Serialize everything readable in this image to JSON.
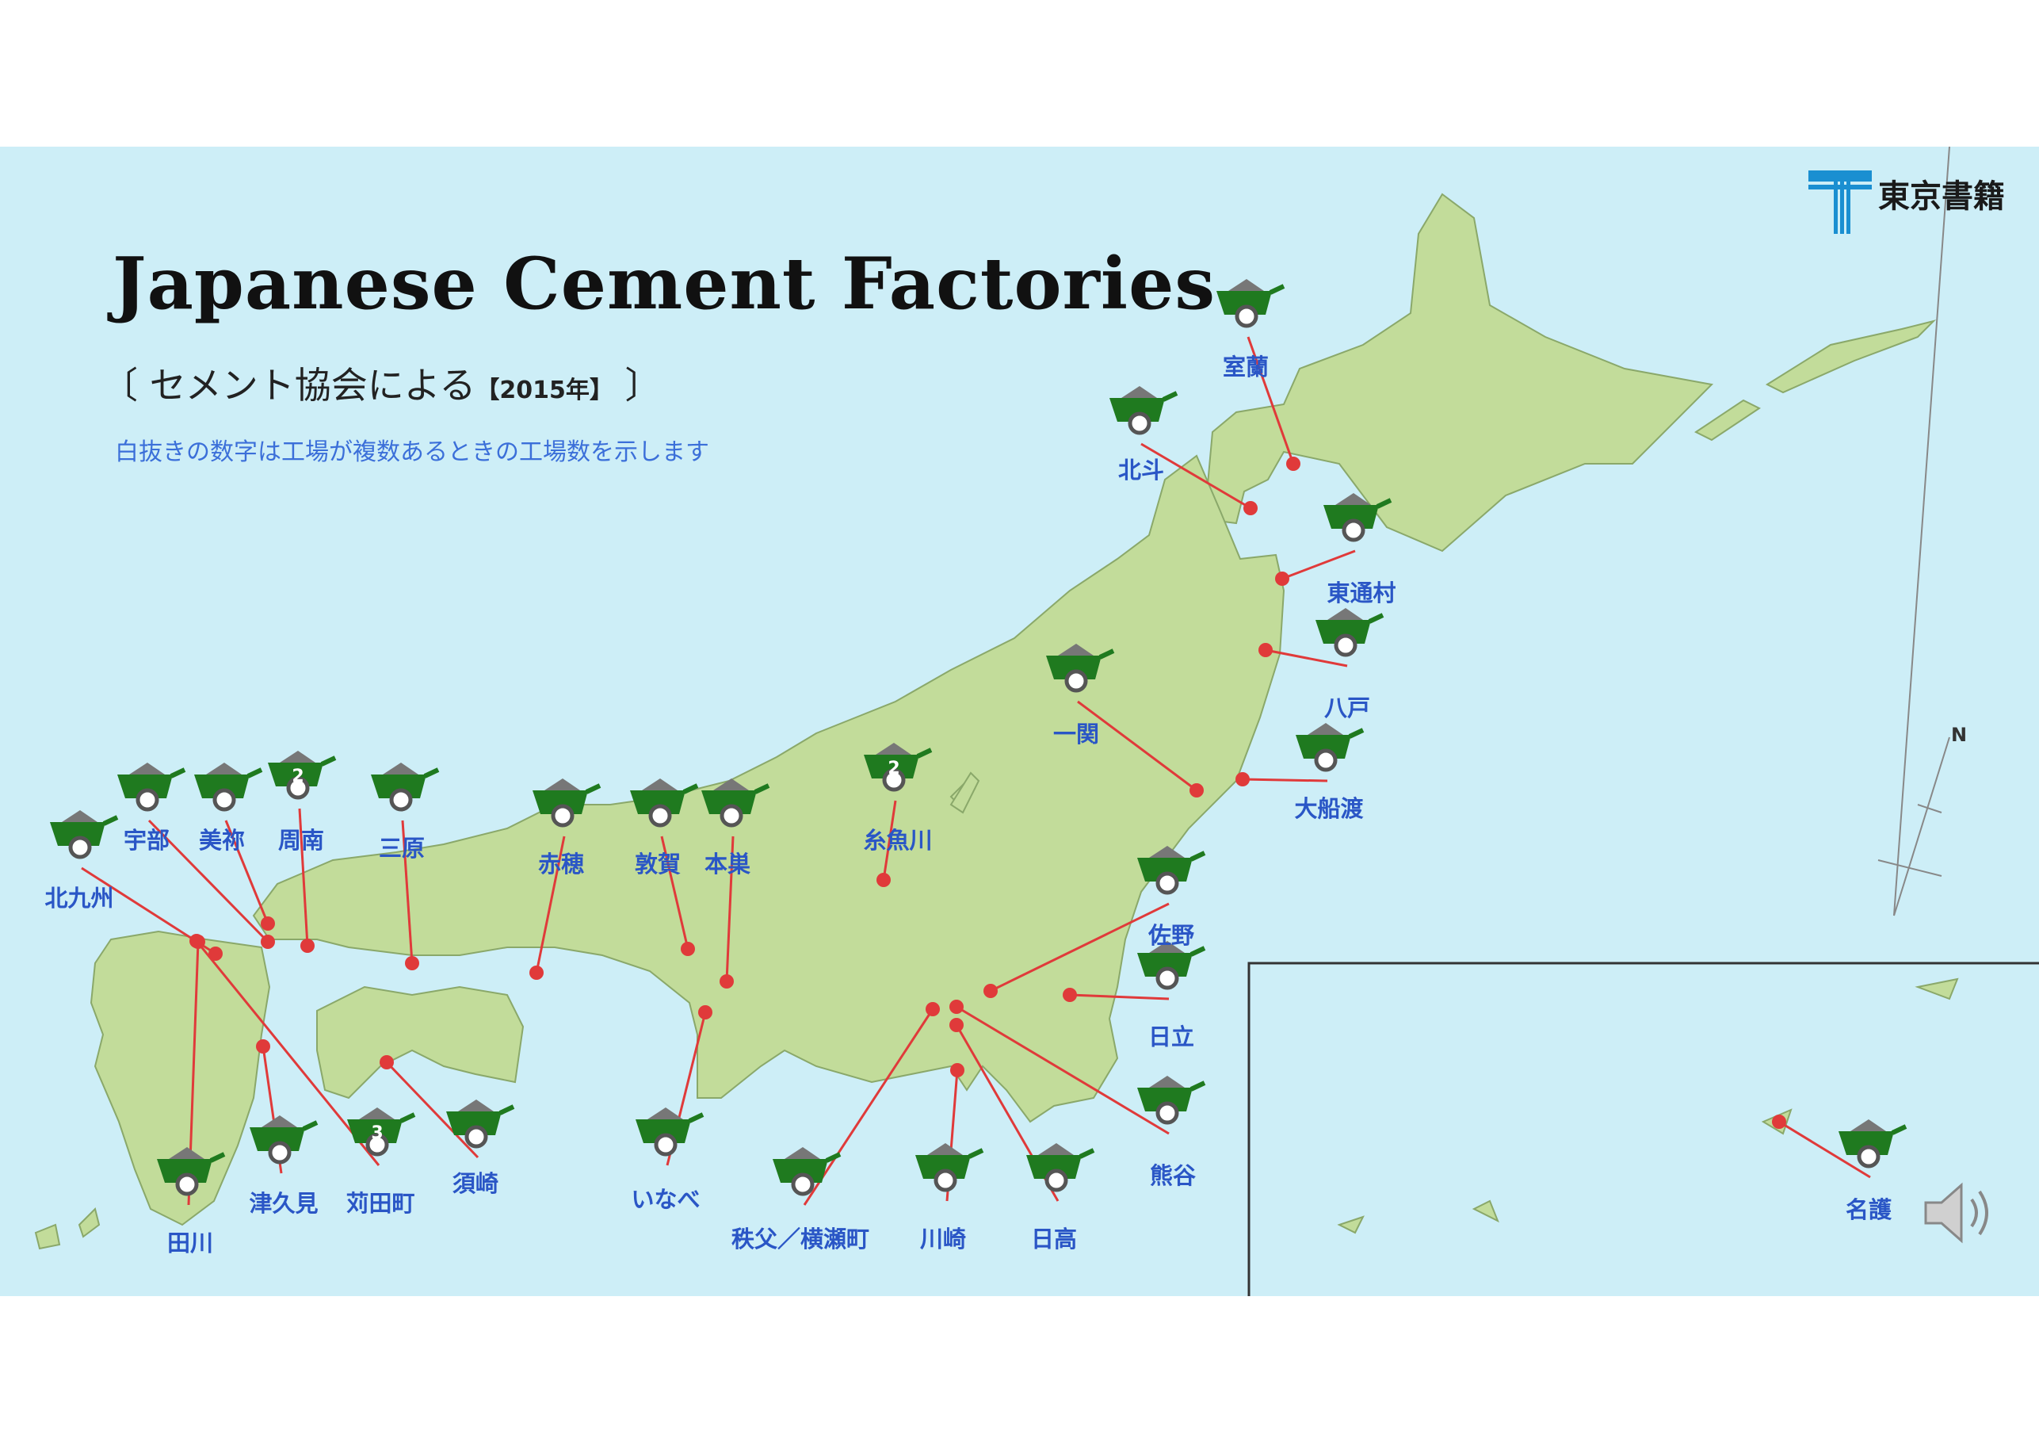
{
  "title": "Japanese Cement Factories",
  "subtitle": {
    "open": "〔 セメント協会による",
    "year": "【2015年】",
    "close": " 〕"
  },
  "note": "白抜きの数字は工場が複数あるときの工場数を示します",
  "logo_text": "東京書籍",
  "compass_label": "N",
  "colors": {
    "sea": "#cdeef7",
    "land": "#c2dc9a",
    "cart": "#1f7a1f",
    "marker": "#e03a3a",
    "label": "#2a56c6"
  },
  "factories": [
    {
      "name": "室蘭",
      "count": ""
    },
    {
      "name": "北斗",
      "count": ""
    },
    {
      "name": "東通村",
      "count": ""
    },
    {
      "name": "八戸",
      "count": ""
    },
    {
      "name": "一関",
      "count": ""
    },
    {
      "name": "大船渡",
      "count": ""
    },
    {
      "name": "糸魚川",
      "count": "2"
    },
    {
      "name": "佐野",
      "count": ""
    },
    {
      "name": "日立",
      "count": ""
    },
    {
      "name": "熊谷",
      "count": ""
    },
    {
      "name": "日高",
      "count": ""
    },
    {
      "name": "川崎",
      "count": ""
    },
    {
      "name": "秩父／横瀬町",
      "count": ""
    },
    {
      "name": "いなべ",
      "count": ""
    },
    {
      "name": "本巣",
      "count": ""
    },
    {
      "name": "敦賀",
      "count": ""
    },
    {
      "name": "赤穂",
      "count": ""
    },
    {
      "name": "三原",
      "count": ""
    },
    {
      "name": "周南",
      "count": "2"
    },
    {
      "name": "美祢",
      "count": ""
    },
    {
      "name": "宇部",
      "count": ""
    },
    {
      "name": "北九州",
      "count": ""
    },
    {
      "name": "須崎",
      "count": ""
    },
    {
      "name": "苅田町",
      "count": "3"
    },
    {
      "name": "津久見",
      "count": ""
    },
    {
      "name": "田川",
      "count": ""
    },
    {
      "name": "名護",
      "count": ""
    }
  ]
}
